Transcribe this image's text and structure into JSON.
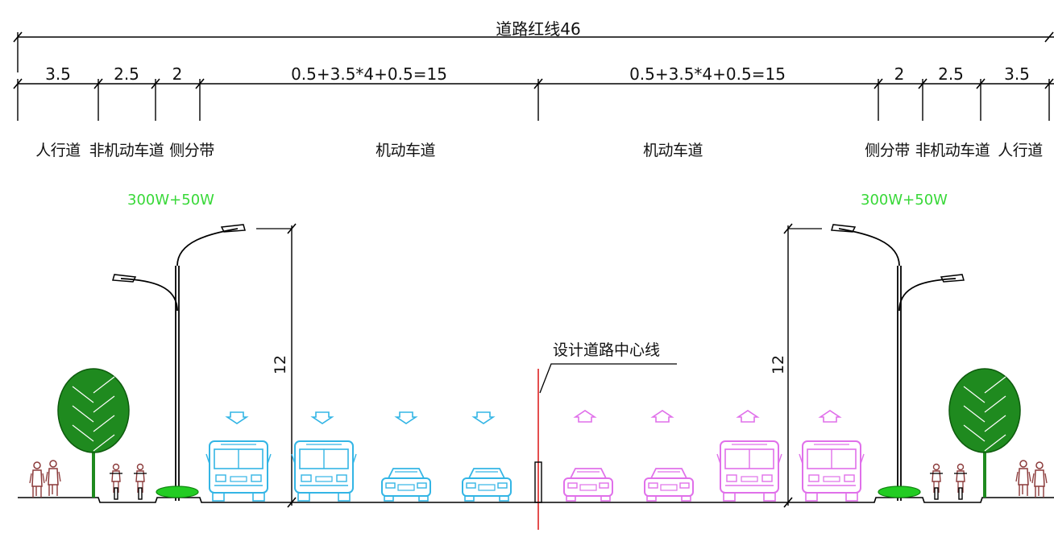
{
  "title": "道路红线46",
  "dimensions": [
    "3.5",
    "2.5",
    "2",
    "0.5+3.5*4+0.5=15",
    "0.5+3.5*4+0.5=15",
    "2",
    "2.5",
    "3.5"
  ],
  "zones": {
    "left": [
      "人行道",
      "非机动车道",
      "侧分带",
      "机动车道"
    ],
    "right": [
      "机动车道",
      "侧分带",
      "非机动车道",
      "人行道"
    ]
  },
  "lamp_spec_left": "300W+50W",
  "lamp_spec_right": "300W+50W",
  "pole_height_left": "12",
  "pole_height_right": "12",
  "centerline_label": "设计道路中心线",
  "colors": {
    "linework": "#000000",
    "text": "#111111",
    "lamp_spec": "#38d838",
    "left_traffic": "#33b5e5",
    "right_traffic": "#e070ea",
    "centerline": "#dd2222",
    "tree": "#1f8a1f",
    "shrub": "#22cc22",
    "figures": "#8b3a3a"
  },
  "icons": [
    "street-lamp-icon",
    "tree-icon",
    "pedestrian-icon",
    "cyclist-icon",
    "bus-icon",
    "car-icon",
    "direction-arrow-icon",
    "shrub-icon"
  ]
}
